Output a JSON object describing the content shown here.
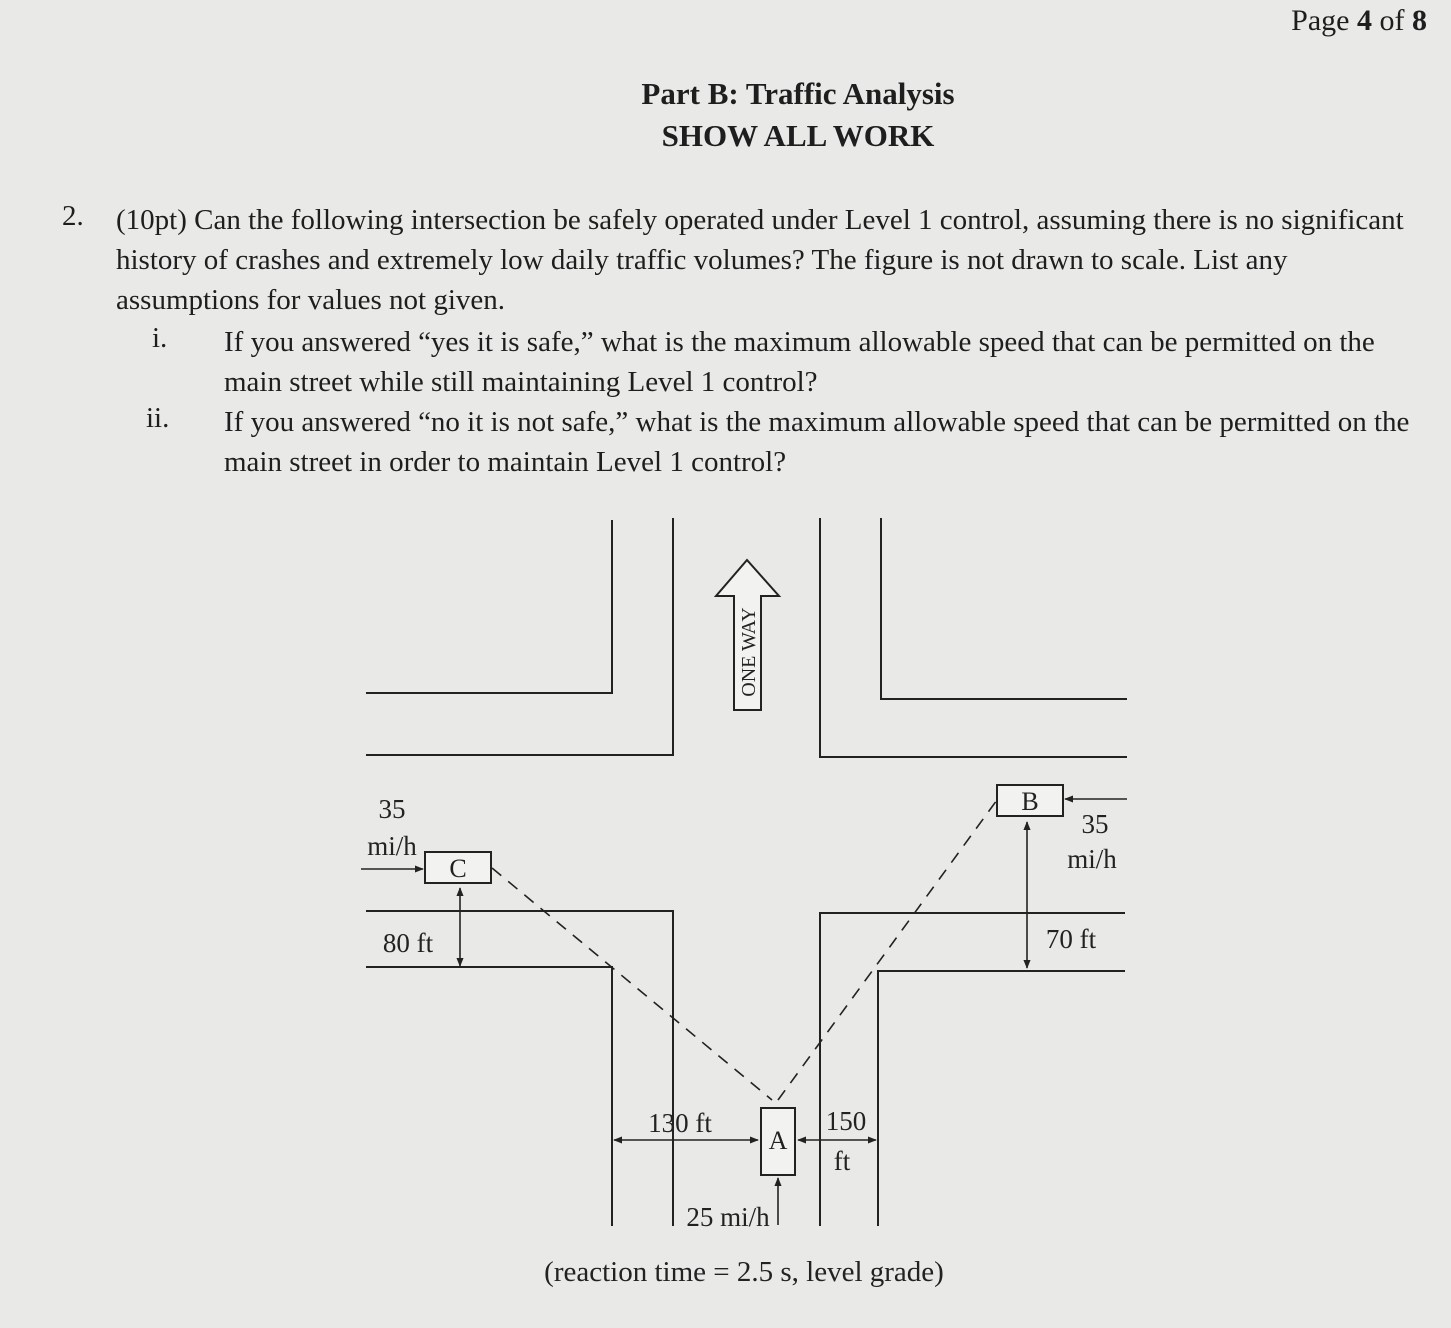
{
  "page": {
    "prefix": "Page ",
    "current": "4",
    "middle": " of ",
    "total": "8"
  },
  "header": {
    "title": "Part B: Traffic Analysis",
    "subtitle": "SHOW ALL WORK"
  },
  "question": {
    "number": "2.",
    "text": "(10pt) Can the following intersection be safely operated under Level 1 control, assuming there is no significant history of crashes and extremely low daily traffic volumes? The figure is not drawn to scale. List any assumptions for values not given.",
    "subparts": [
      {
        "label": "i.",
        "text": "If you answered “yes it is safe,” what is the maximum allowable speed that can be permitted on the main street while still maintaining Level 1 control?"
      },
      {
        "label": "ii.",
        "text": "If you answered “no it is not safe,” what is the maximum allowable speed that can be permitted on the main street in order to maintain Level 1 control?"
      }
    ]
  },
  "figure": {
    "one_way_label": "ONE WAY",
    "vehicle_c": {
      "label": "C",
      "speed_value": "35",
      "speed_unit": "mi/h",
      "distance": "80 ft"
    },
    "vehicle_b": {
      "label": "B",
      "speed_value": "35",
      "speed_unit": "mi/h",
      "distance": "70 ft"
    },
    "vehicle_a": {
      "label": "A",
      "speed": "25 mi/h",
      "distance_left": "130 ft",
      "distance_right_value": "150",
      "distance_right_unit": "ft"
    },
    "caption": "(reaction time = 2.5 s, level grade)"
  }
}
